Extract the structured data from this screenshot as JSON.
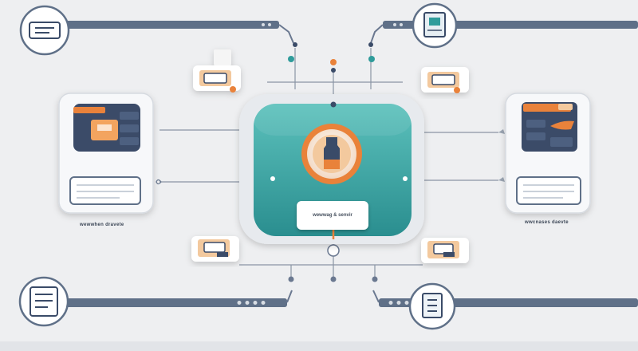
{
  "colors": {
    "background": "#eeeff1",
    "hub_teal": "#2f9c9b",
    "hub_teal_light": "#5cc1bc",
    "navy": "#3a4b68",
    "orange": "#e9823a",
    "connector": "#8a95a5",
    "bar": "#5f7088"
  },
  "hub": {
    "label": "wewwag & senvir",
    "icon": "person-upload-icon"
  },
  "left_server": {
    "caption": "wewwhen dravete",
    "icon": "server-stack-icon"
  },
  "right_server": {
    "caption": "wwcnases daevte",
    "icon": "server-stack-icon"
  },
  "corner_icons": {
    "top_left": "document-icon",
    "top_right": "clipboard-icon",
    "bottom_left": "checklist-icon",
    "bottom_right": "file-stack-icon"
  },
  "small_cards": {
    "top_left": "settings-card-icon",
    "top_right": "settings-card-icon",
    "bottom_left": "monitor-card-icon",
    "bottom_right": "monitor-card-icon"
  }
}
